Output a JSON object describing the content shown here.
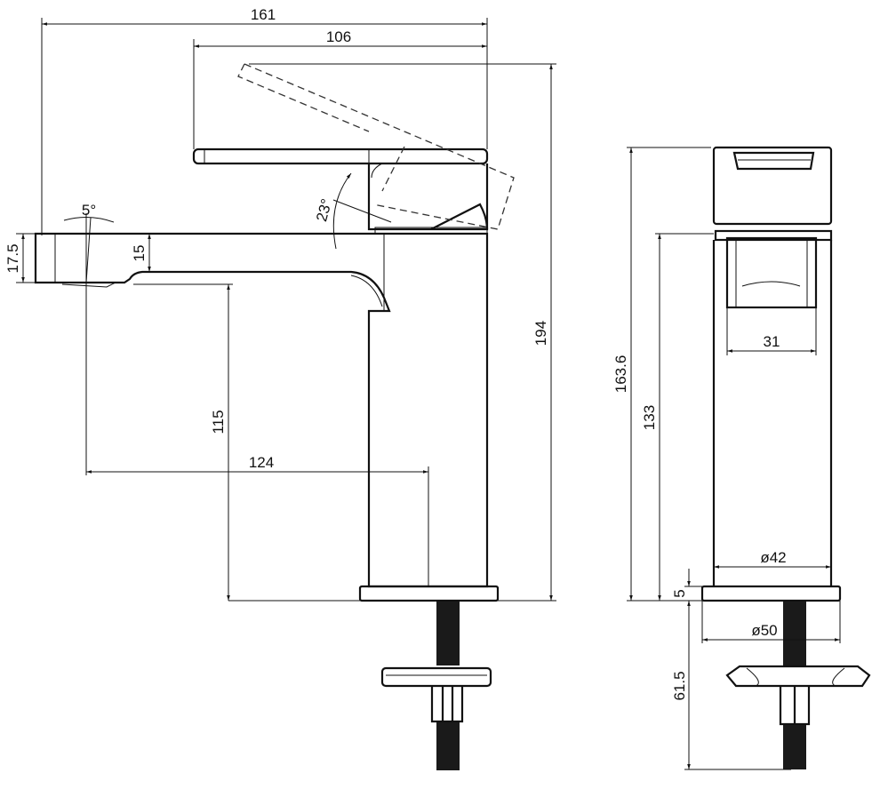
{
  "drawing": {
    "side_view": {
      "overall_width": "161",
      "handle_length": "106",
      "overall_height": "194",
      "spout_height": "17.5",
      "spout_angle": "5°",
      "spout_inner": "15",
      "handle_angle": "23°",
      "spout_clearance": "115",
      "spout_reach": "124"
    },
    "front_view": {
      "total_height": "163.6",
      "body_height": "133",
      "spout_width": "31",
      "body_diameter": "ø42",
      "base_thickness": "5",
      "base_diameter": "ø50",
      "shank_length": "61.5"
    }
  }
}
